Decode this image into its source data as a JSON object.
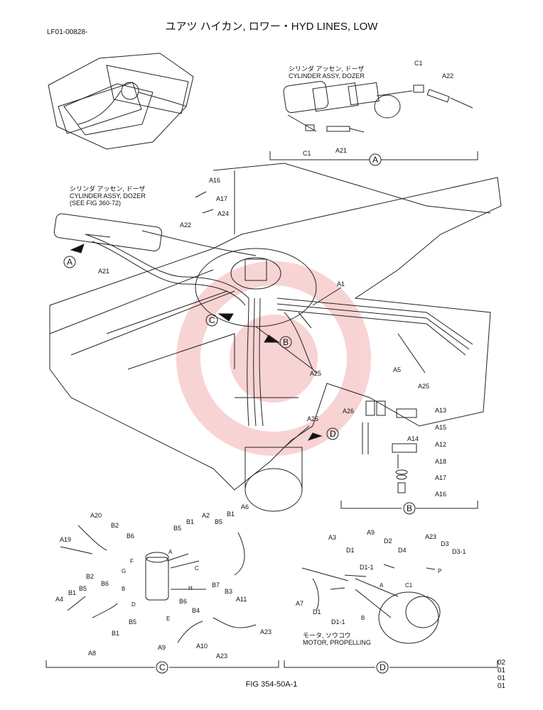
{
  "header": {
    "title": "ユアツ ハイカン, ロワー・HYD LINES, LOW",
    "doc_id": "LF01-00828-"
  },
  "captions": {
    "cyl_a_jp": "シリンダ アッセン, ドーザ",
    "cyl_a_en": "CYLINDER ASSY, DOZER",
    "cyl_main_jp": "シリンダ アッセン, ドーザ",
    "cyl_main_en": "CYLINDER ASSY, DOZER",
    "cyl_main_see": "(SEE FIG 360-72)",
    "motor_jp": "モータ, ソウコウ",
    "motor_en": "MOTOR, PROPELLING"
  },
  "views": {
    "A": "A",
    "B": "B",
    "C": "C",
    "D": "D"
  },
  "sub_callouts": {
    "A": "A",
    "B": "B",
    "C": "C",
    "C1": "C1",
    "D": "D",
    "E": "E",
    "F": "F",
    "G": "G",
    "H": "H",
    "P": "P"
  },
  "parts": {
    "C1": "C1",
    "A21": "A21",
    "A22": "A22",
    "A16": "A16",
    "A17": "A17",
    "A24": "A24",
    "A1": "A1",
    "A5": "A5",
    "A25": "A25",
    "A26": "A26",
    "A13": "A13",
    "A14": "A14",
    "A15": "A15",
    "A12": "A12",
    "A18": "A18",
    "A20": "A20",
    "A19": "A19",
    "B2": "B2",
    "B6": "B6",
    "B1": "B1",
    "B5": "B5",
    "A2": "A2",
    "A6": "A6",
    "A4": "A4",
    "A8": "A8",
    "B7": "B7",
    "B3": "B3",
    "A11": "A11",
    "B4": "B4",
    "A9": "A9",
    "A10": "A10",
    "A23": "A23",
    "A3": "A3",
    "D1": "D1",
    "D2": "D2",
    "D4": "D4",
    "D3": "D3",
    "D3_1": "D3-1",
    "D1_1": "D1-1",
    "A7": "A7"
  },
  "footer": {
    "fig_no": "FIG 354-50A-1",
    "revisions": [
      "02",
      "01",
      "01",
      "01"
    ]
  }
}
